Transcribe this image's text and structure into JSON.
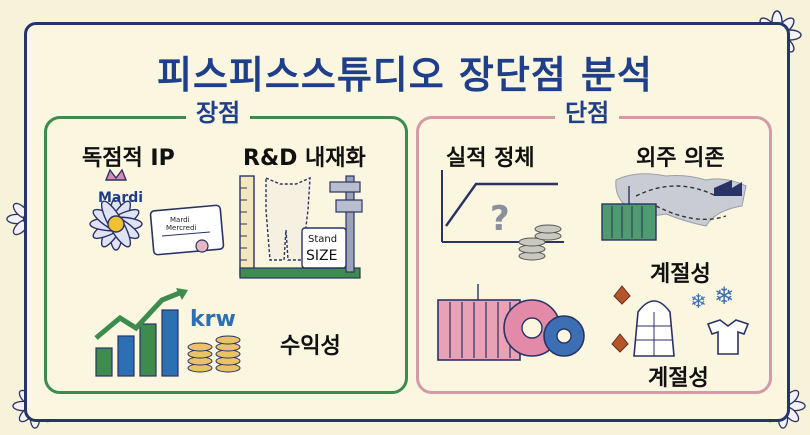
{
  "title": "피스피스스튜디오 장단점 분석",
  "strengths": {
    "heading": "장점",
    "items": [
      {
        "label": "독점적 IP",
        "brand": "Mardi",
        "card_line1": "Mardi",
        "card_line2": "Mercredi"
      },
      {
        "label": "R&D 내재화",
        "tag_line1": "Stand",
        "tag_line2": "SIZE"
      },
      {
        "label": "수익성",
        "currency": "krw"
      }
    ]
  },
  "weaknesses": {
    "heading": "단점",
    "items": [
      {
        "label": "실적 정체",
        "mark": "?"
      },
      {
        "label": "외주 의존"
      },
      {
        "label": "계절성"
      },
      {
        "label": "계절성"
      }
    ]
  },
  "colors": {
    "navy": "#1f3f8a",
    "green": "#3d8c4e",
    "pink": "#d59aa7",
    "background": "#f7f2da"
  }
}
